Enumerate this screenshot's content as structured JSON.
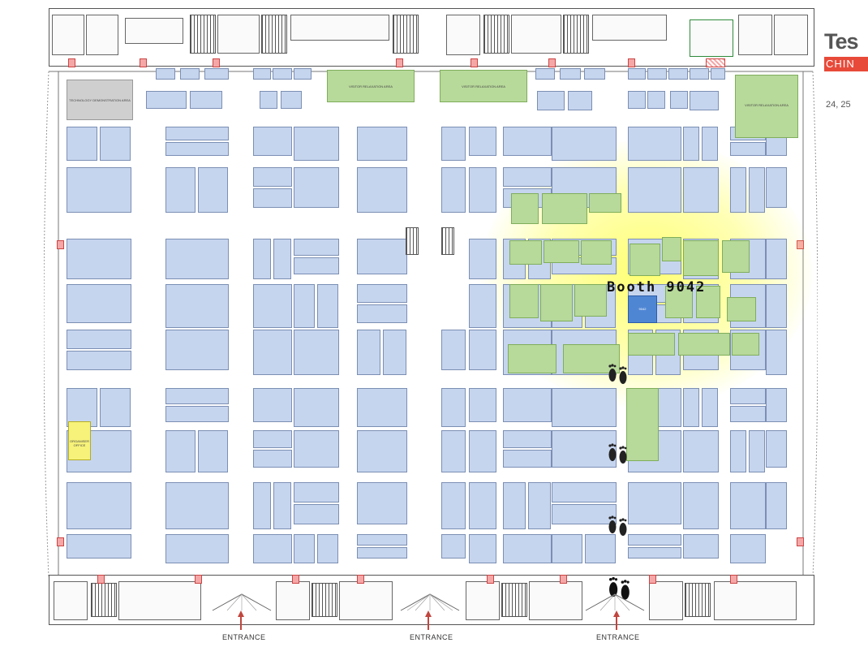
{
  "brand": {
    "title": "Tes",
    "subtitle": "CHIN",
    "date": "24, 25"
  },
  "callout": {
    "label": "Booth 9042",
    "booth_number": "9042"
  },
  "areas": {
    "tech_demo": "TECHNOLOGY DEMONSTRATION AREA",
    "visitor_relax_1": "VISITOR RELAXATION AREA",
    "visitor_relax_2": "VISITOR RELAXATION AREA",
    "visitor_relax_3": "VISITOR RELAXATION AREA",
    "organiser_office": "ORGANISER OFFICE"
  },
  "entrances": [
    "ENTRANCE",
    "ENTRANCE",
    "ENTRANCE"
  ],
  "colors": {
    "booth": "#c6d5ee",
    "green_area": "#b7d99a",
    "highlight": "#4f86d4",
    "glow": "#ffff5a",
    "brand_red": "#e84a3a"
  },
  "icons": [
    "footprints-icon",
    "entrance-arrow-icon",
    "tent-canopy-icon"
  ]
}
